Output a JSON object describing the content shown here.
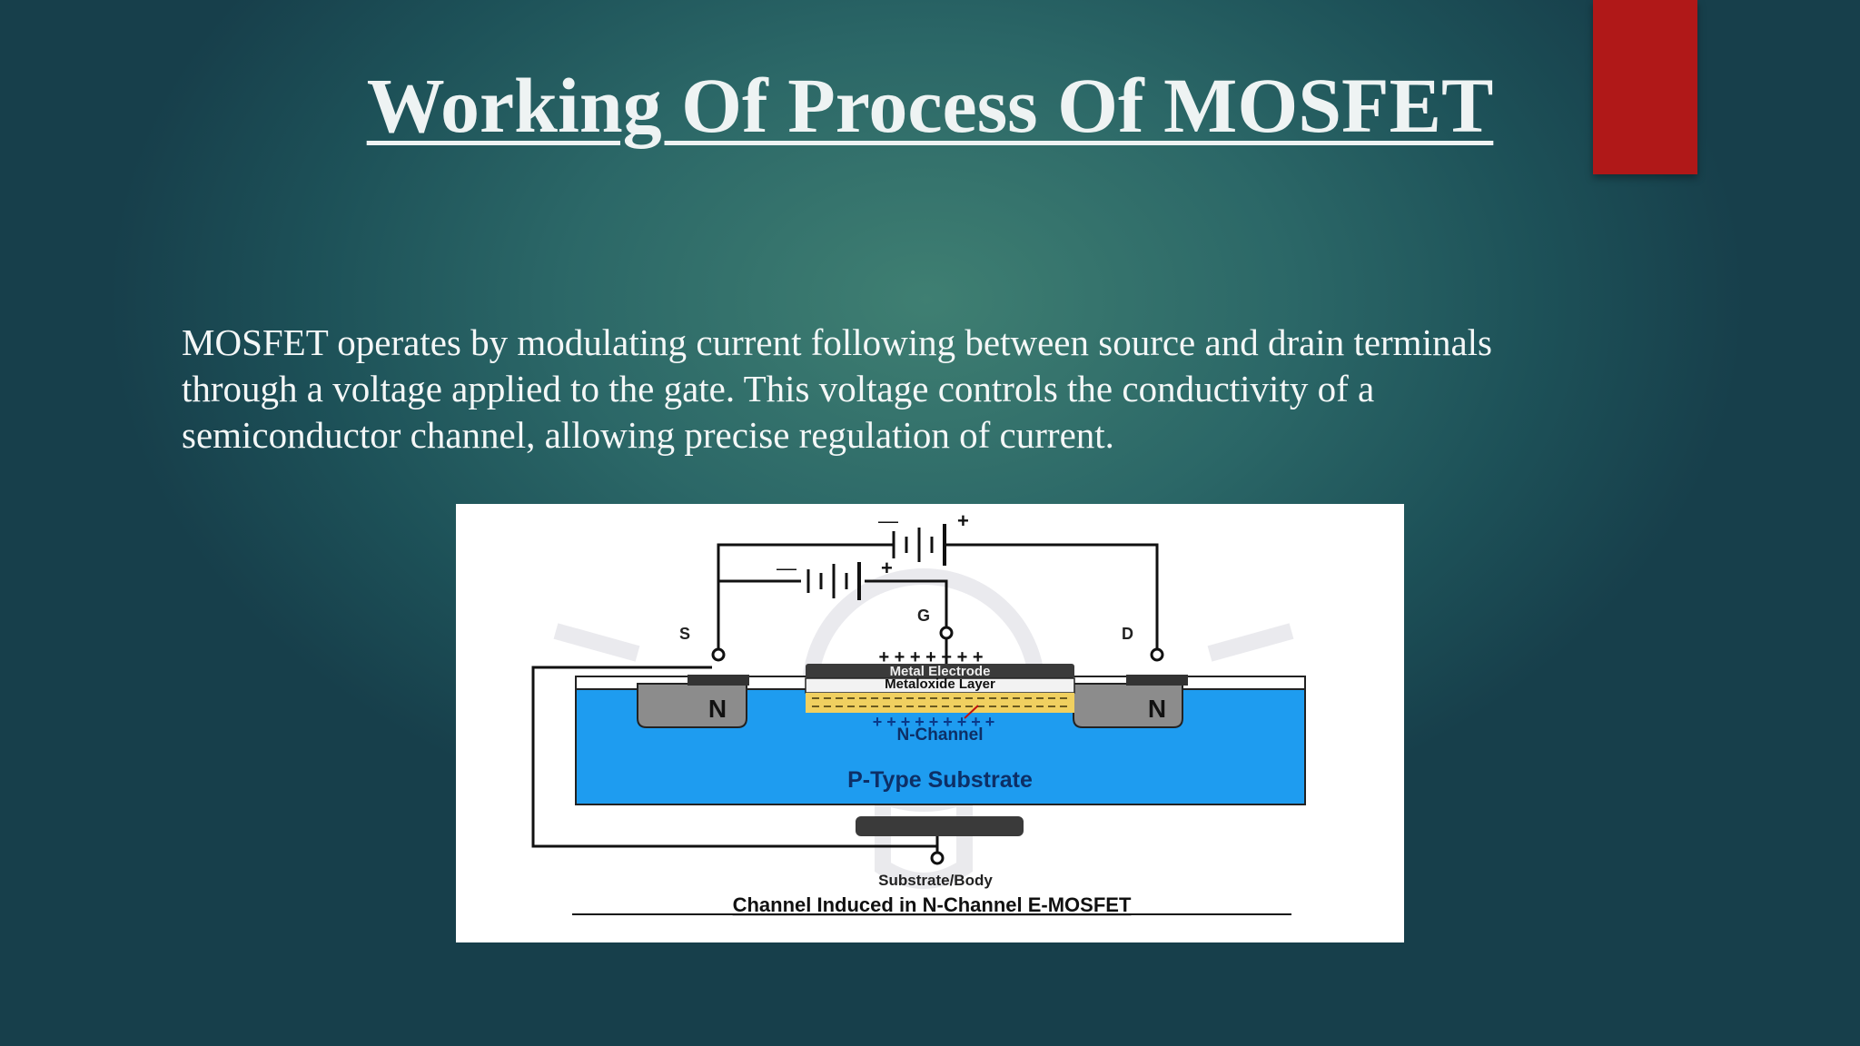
{
  "slide": {
    "title": "Working Of Process Of MOSFET",
    "body": "MOSFET operates by modulating current following  between source and drain terminals through a voltage applied to the gate. This voltage controls the conductivity of a semiconductor channel, allowing precise regulation of current.",
    "accent_color": "#b01818"
  },
  "diagram": {
    "source_label": "S",
    "gate_label": "G",
    "drain_label": "D",
    "battery_minus": "—",
    "battery_plus": "+",
    "metal_electrode": "Metal Electrode",
    "oxide_layer": "Metaloxide Layer",
    "n_left": "N",
    "n_right": "N",
    "gate_charges": "+ + + + + + +",
    "channel_charges": "+ + + + + + + + +",
    "n_channel": "N-Channel",
    "substrate": "P-Type Substrate",
    "body_label": "Substrate/Body",
    "caption": "Channel Induced in N-Channel E-MOSFET",
    "colors": {
      "substrate": "#1e9cf0",
      "n_region": "#8c8c8c",
      "oxide": "#f0d060",
      "electrode": "#3a3a3a"
    }
  }
}
